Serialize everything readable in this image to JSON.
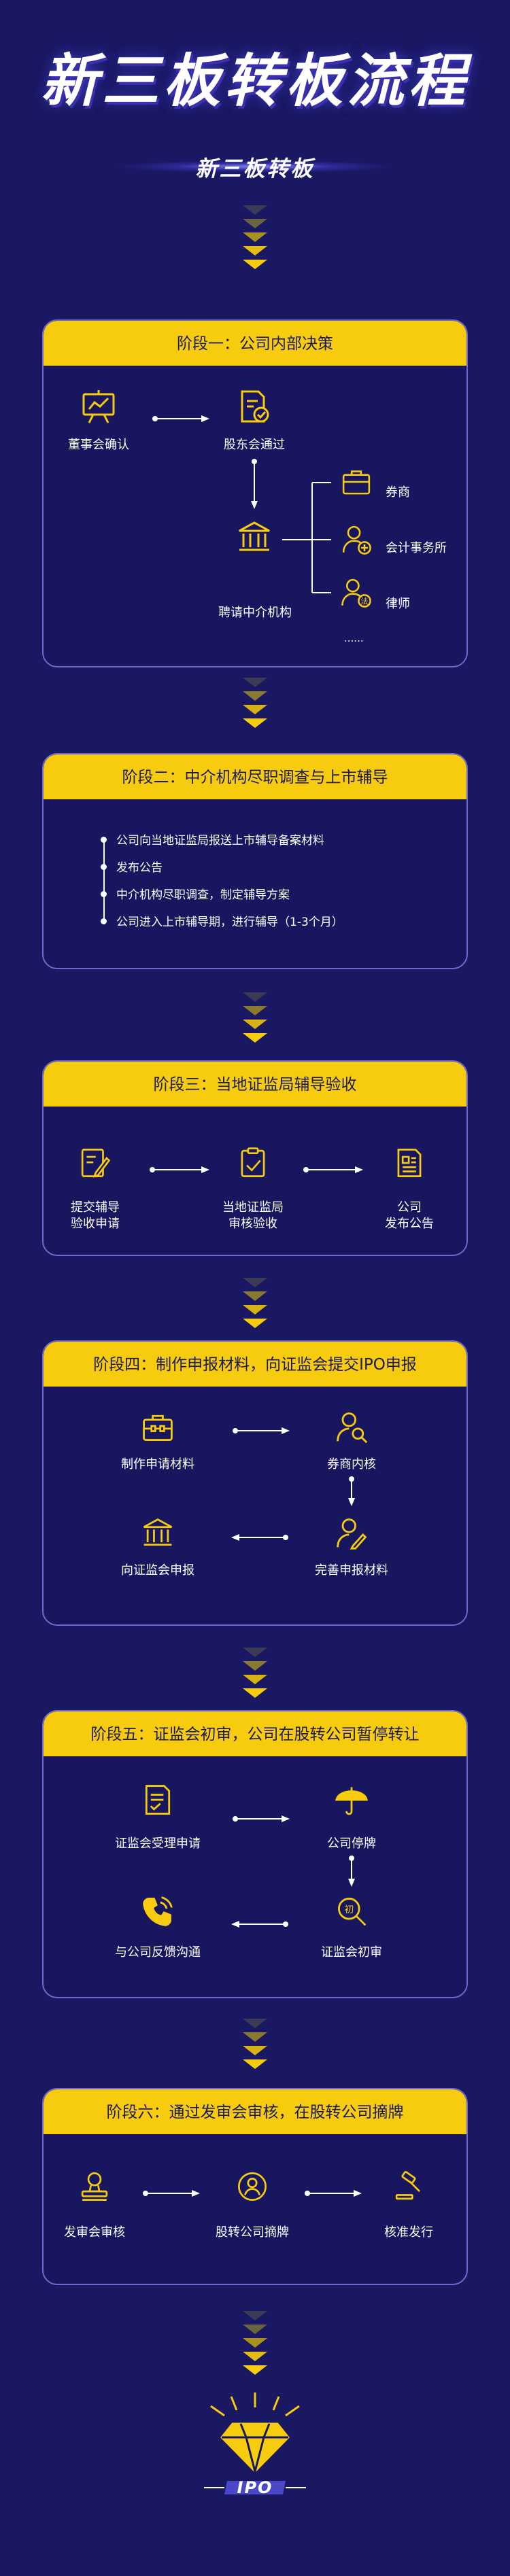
{
  "header": {
    "title": "新三板转板流程",
    "subtitle": "新三板转板"
  },
  "colors": {
    "background": "#1a1763",
    "accent": "#f7cc0f",
    "card_border": "#6d6acb"
  },
  "stage1": {
    "title": "阶段一：公司内部决策",
    "board": "董事会确认",
    "shareholders": "股东会通过",
    "hire": "聘请中介机构",
    "broker": "券商",
    "accounting": "会计事务所",
    "lawyer": "律师",
    "more": "......"
  },
  "stage2": {
    "title": "阶段二：中介机构尽职调查与上市辅导",
    "items": [
      "公司向当地证监局报送上市辅导备案材料",
      "发布公告",
      "中介机构尽职调查，制定辅导方案",
      "公司进入上市辅导期，进行辅导（1-3个月）"
    ]
  },
  "stage3": {
    "title": "阶段三：当地证监局辅导验收",
    "step1_line1": "提交辅导",
    "step1_line2": "验收申请",
    "step2_line1": "当地证监局",
    "step2_line2": "审核验收",
    "step3_line1": "公司",
    "step3_line2": "发布公告"
  },
  "stage4": {
    "title": "阶段四：制作申报材料，向证监会提交IPO申报",
    "make": "制作申请材料",
    "broker_check": "券商内核",
    "complete": "完善申报材料",
    "submit": "向证监会申报"
  },
  "stage5": {
    "title": "阶段五：证监会初审，公司在股转公司暂停转让",
    "accept": "证监会受理申请",
    "suspend": "公司停牌",
    "review": "证监会初审",
    "feedback": "与公司反馈沟通"
  },
  "stage6": {
    "title": "阶段六：通过发审会审核，在股转公司摘牌",
    "audit": "发审会审核",
    "delist": "股转公司摘牌",
    "issue": "核准发行"
  },
  "footer": {
    "label": "IPO"
  },
  "icons": [
    "board-icon",
    "approve-doc-icon",
    "bank-icon",
    "briefcase-icon",
    "person-plus-icon",
    "lawyer-icon",
    "pen-doc-icon",
    "clipboard-check-icon",
    "newspaper-icon",
    "toolbox-icon",
    "person-search-icon",
    "person-edit-icon",
    "bank-icon",
    "doc-list-icon",
    "umbrella-icon",
    "search-badge-icon",
    "phone-icon",
    "stamp-icon",
    "person-badge-icon",
    "gavel-icon",
    "diamond-icon"
  ]
}
